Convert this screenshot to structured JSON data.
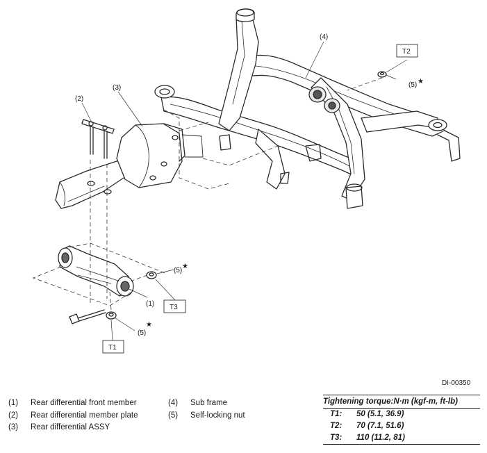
{
  "diagram": {
    "callouts": [
      "(1)",
      "(2)",
      "(3)",
      "(4)",
      "(5)",
      "(5)",
      "(5)"
    ],
    "torque_boxes": [
      "T1",
      "T2",
      "T3"
    ],
    "star": "★",
    "ref_code": "DI-00350"
  },
  "legend": [
    {
      "num": "(1)",
      "text": "Rear differential front member"
    },
    {
      "num": "(2)",
      "text": "Rear differential member plate"
    },
    {
      "num": "(3)",
      "text": "Rear differential ASSY"
    },
    {
      "num": "(4)",
      "text": "Sub frame"
    },
    {
      "num": "(5)",
      "text": "Self-locking nut"
    }
  ],
  "torque": {
    "title": "Tightening torque:N·m (kgf-m, ft-lb)",
    "rows": [
      {
        "key": "T1:",
        "value": "50 (5.1, 36.9)"
      },
      {
        "key": "T2:",
        "value": "70 (7.1, 51.6)"
      },
      {
        "key": "T3:",
        "value": "110 (11.2, 81)"
      }
    ]
  }
}
